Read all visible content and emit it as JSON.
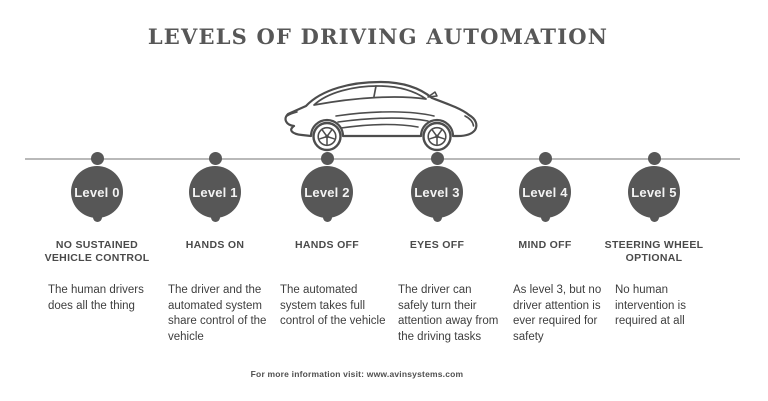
{
  "title": "LEVELS OF DRIVING AUTOMATION",
  "icons": {
    "car": "car-side-line-art-illustration",
    "timeline_dot": "pin-dot-on-timeline"
  },
  "colors": {
    "accent_gray": "#575757",
    "line_gray": "#b9b9b9",
    "text_dark": "#3e3e3e",
    "background": "#ffffff"
  },
  "levels": [
    {
      "badge": "Level 0",
      "heading": "NO SUSTAINED\nVEHICLE CONTROL",
      "description": "The human drivers\ndoes all the thing"
    },
    {
      "badge": "Level 1",
      "heading": "HANDS ON",
      "description": "The driver and the\nautomated system\nshare control of the\nvehicle"
    },
    {
      "badge": "Level 2",
      "heading": "HANDS OFF",
      "description": "The automated\nsystem takes full\ncontrol of the vehicle"
    },
    {
      "badge": "Level 3",
      "heading": "EYES OFF",
      "description": "The driver can\nsafely turn their\nattention away from\nthe driving tasks"
    },
    {
      "badge": "Level 4",
      "heading": "MIND OFF",
      "description": "As level 3, but no\ndriver attention is\never required for\nsafety"
    },
    {
      "badge": "Level 5",
      "heading": "STEERING WHEEL\nOPTIONAL",
      "description": "No human\nintervention is\nrequired at all"
    }
  ],
  "footer": {
    "text": "For more information visit: www.avinsystems.com"
  }
}
